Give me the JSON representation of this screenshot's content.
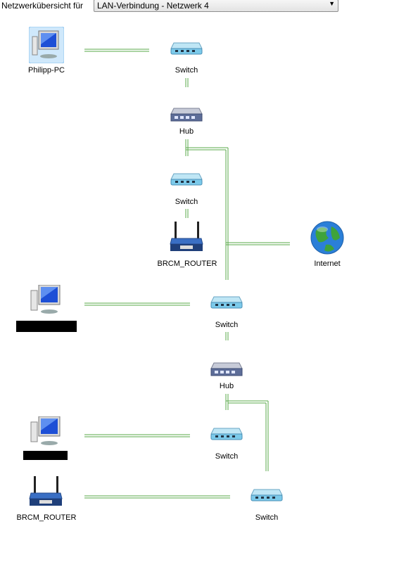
{
  "header": {
    "label": "Netzwerkübersicht für",
    "connection": "LAN-Verbindung - Netzwerk 4"
  },
  "nodes": {
    "pc1": "Philipp-PC",
    "switch1": "Switch",
    "hub1": "Hub",
    "switch2": "Switch",
    "router1": "BRCM_ROUTER",
    "internet": "Internet",
    "switch3": "Switch",
    "hub2": "Hub",
    "switch4": "Switch",
    "router2": "BRCM_ROUTER",
    "switch5": "Switch"
  },
  "colors": {
    "link": "#5aa84a",
    "accent": "#2b7fd8"
  }
}
